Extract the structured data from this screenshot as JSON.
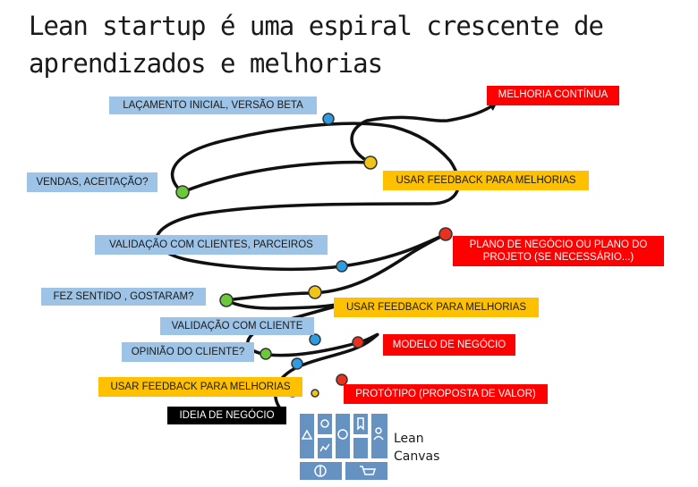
{
  "title": {
    "line1": "Lean startup é uma espiral crescente de",
    "line2": "aprendizados e melhorias"
  },
  "labels": {
    "melhoria_continua": "MELHORIA CONTÍNUA",
    "lancamento_inicial": "LAÇAMENTO INICIAL, VERSÃO BETA",
    "vendas_aceitacao": "VENDAS, ACEITAÇÃO?",
    "feedback_top": "USAR FEEDBACK PARA MELHORIAS",
    "validacao_clientes_parceiros": "VALIDAÇÃO COM CLIENTES, PARCEIROS",
    "plano_negocio_line1": "PLANO DE NEGÓCIO OU PLANO DO",
    "plano_negocio_line2": "PROJETO (SE NECESSÁRIO...)",
    "fez_sentido": "FEZ SENTIDO , GOSTARAM?",
    "feedback_middle": "USAR FEEDBACK PARA MELHORIAS",
    "validacao_cliente": "VALIDAÇÃO COM CLIENTE",
    "modelo_negocio": "MODELO DE NEGÓCIO",
    "opiniao_cliente": "OPINIÃO DO CLIENTE?",
    "feedback_bottom": "USAR FEEDBACK PARA MELHORIAS",
    "prototipo": "PROTÓTIPO (PROPOSTA DE VALOR)",
    "ideia_negocio": "IDEIA DE NEGÓCIO"
  },
  "lean_canvas": {
    "line1": "Lean",
    "line2": "Canvas"
  },
  "colors": {
    "blue_label": "#9dc3e6",
    "orange_label": "#ffc000",
    "red_label": "#ff0000",
    "black_label": "#000000",
    "canvas_blue": "#4a7fb5"
  },
  "icons": [
    "gear-icon",
    "users-icon",
    "bookmark-icon",
    "warning-icon",
    "cycle-icon",
    "chart-icon",
    "dollar-icon",
    "cart-icon"
  ]
}
